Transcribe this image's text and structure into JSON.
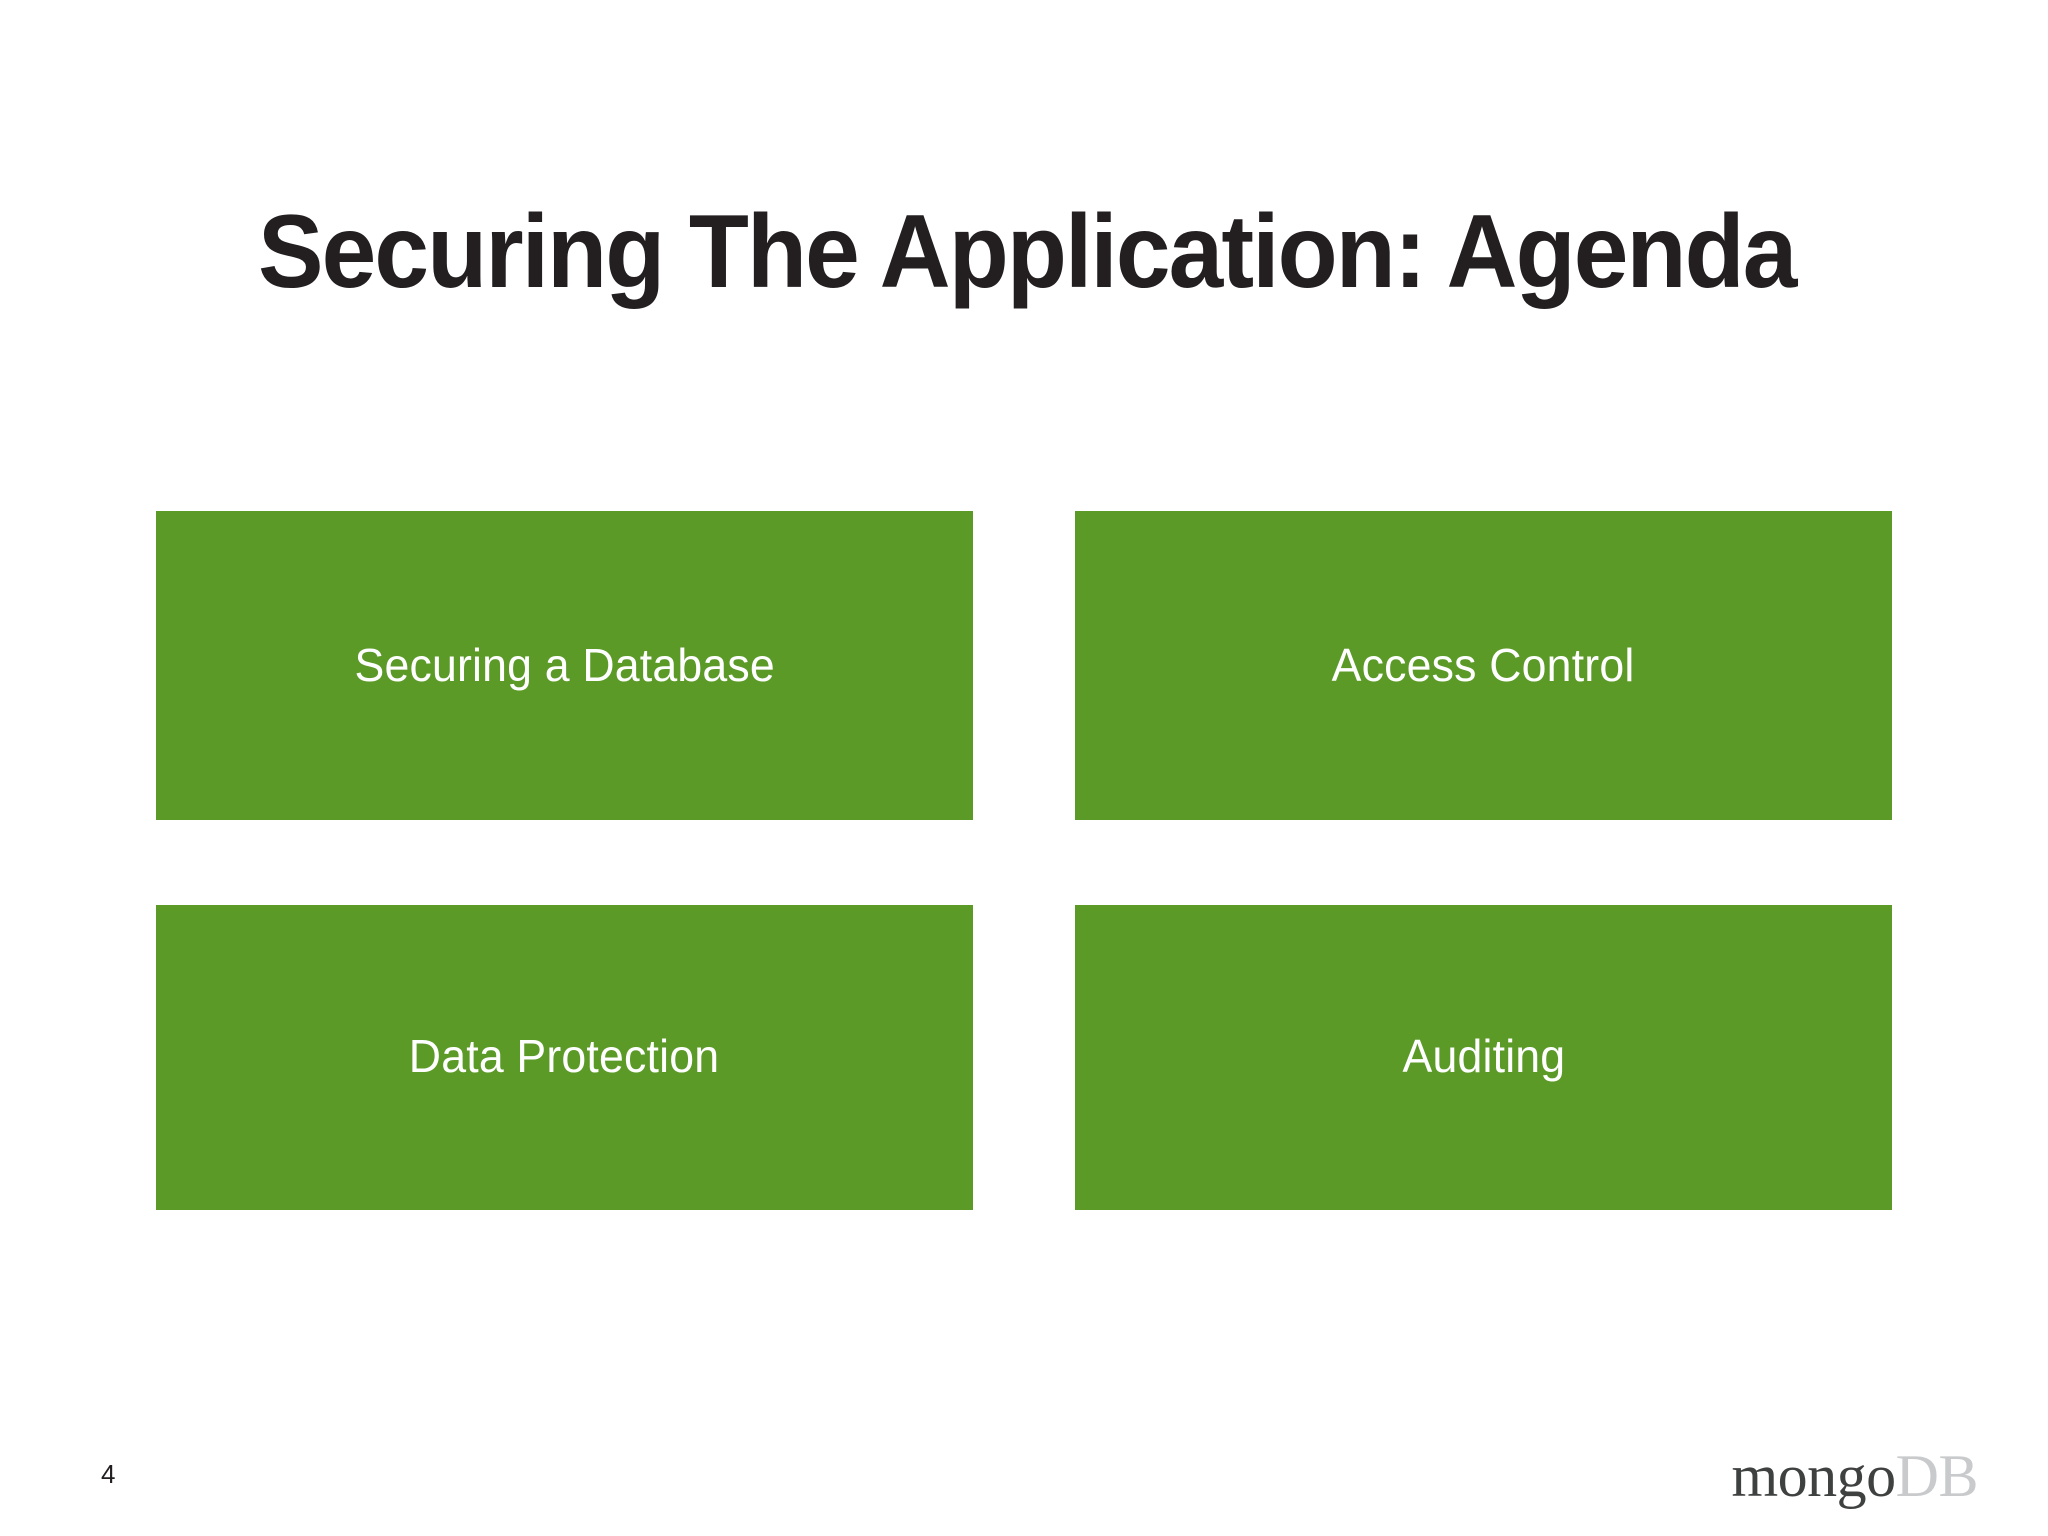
{
  "slide": {
    "title": "Securing The Application: Agenda",
    "background_color": "#ffffff",
    "title_color": "#231f20",
    "accent_color": "#5c9a28"
  },
  "agenda": {
    "items": [
      {
        "label": "Securing a Database"
      },
      {
        "label": "Access Control"
      },
      {
        "label": "Data Protection"
      },
      {
        "label": "Auditing"
      }
    ]
  },
  "footer": {
    "page_number": "4",
    "brand_primary": "mongo",
    "brand_secondary": "DB"
  }
}
